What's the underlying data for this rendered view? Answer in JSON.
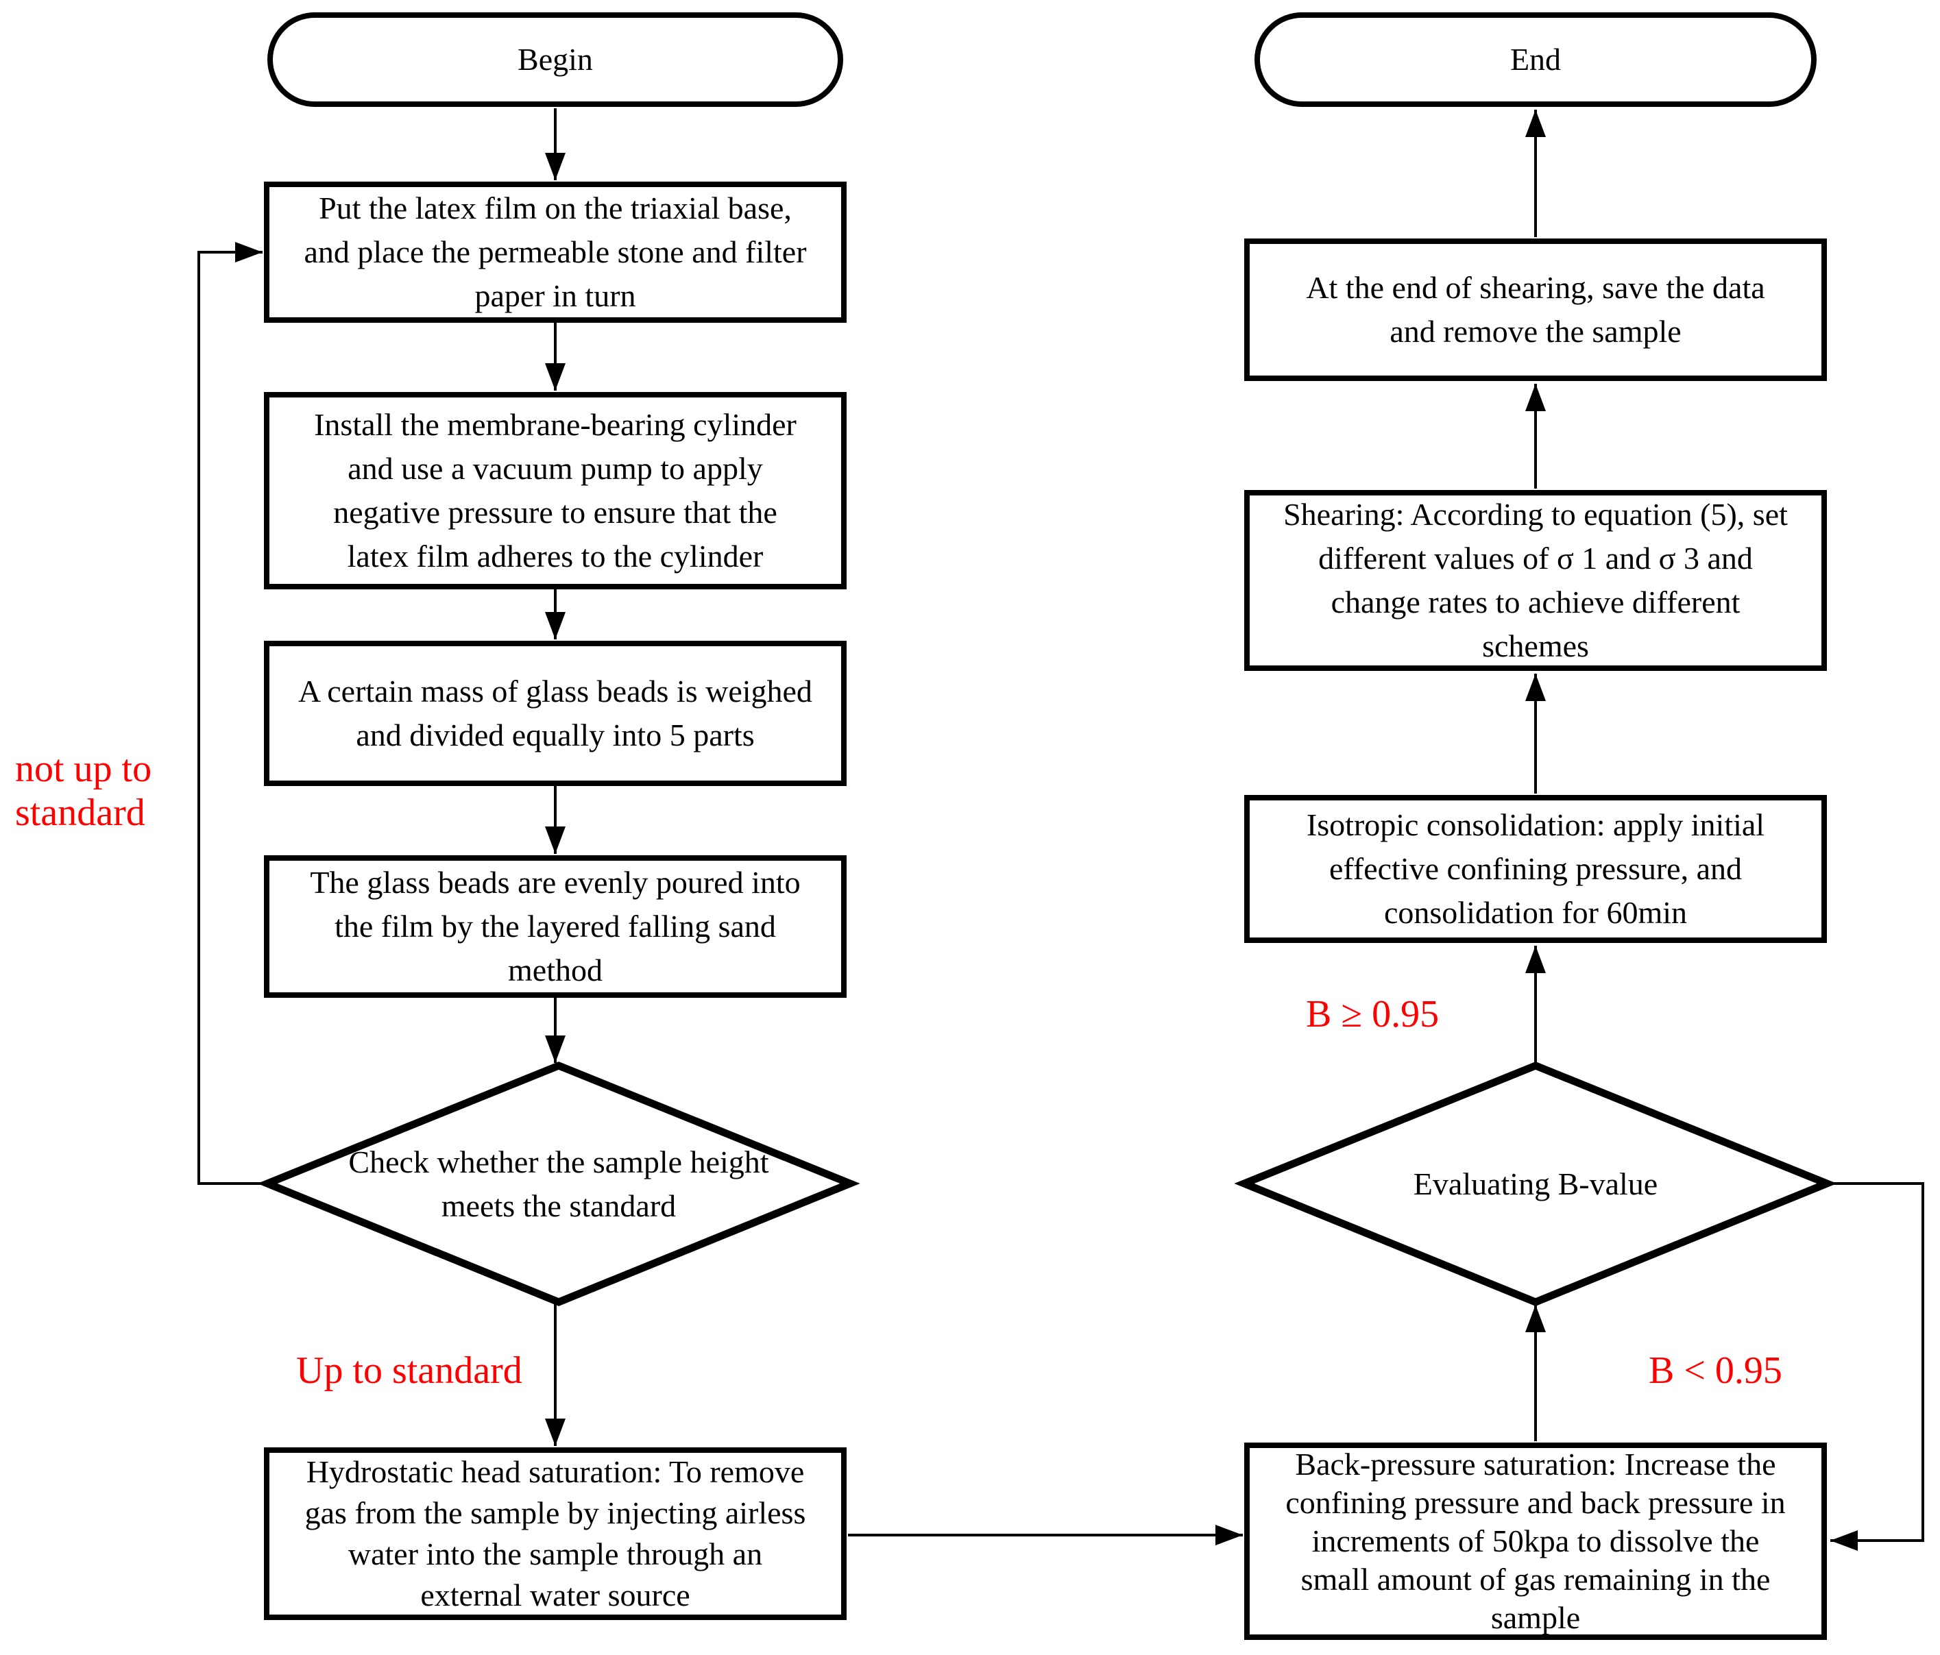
{
  "title": "Triaxial test procedure flowchart",
  "colors": {
    "stroke": "#000000",
    "node_fill": "#ffffff",
    "label_accent": "#ff0000"
  },
  "nodes": {
    "begin": {
      "type": "terminator",
      "lines": [
        "Begin"
      ]
    },
    "latex": {
      "type": "process",
      "lines": [
        "Put the latex film on the triaxial base,",
        "and place the permeable stone and filter",
        "paper in turn"
      ]
    },
    "install": {
      "type": "process",
      "lines": [
        "Install the membrane-bearing cylinder",
        "and use a vacuum pump to apply",
        "negative pressure to ensure that the",
        "latex film adheres to the cylinder"
      ]
    },
    "weigh": {
      "type": "process",
      "lines": [
        "A certain mass of glass beads is weighed",
        "and divided equally into 5 parts"
      ]
    },
    "pour": {
      "type": "process",
      "lines": [
        "The glass beads are evenly poured into",
        "the film by the layered falling sand",
        "method"
      ]
    },
    "check_height": {
      "type": "decision",
      "lines": [
        "Check whether the sample height",
        "meets the standard"
      ]
    },
    "hydrostatic": {
      "type": "process",
      "lines": [
        "Hydrostatic head saturation: To remove",
        "gas from the sample by injecting airless",
        "water into the sample through an",
        "external water source"
      ]
    },
    "back_pressure": {
      "type": "process",
      "lines": [
        "Back-pressure saturation: Increase the",
        "confining pressure and back pressure in",
        "increments of 50kpa to dissolve the",
        "small amount of gas remaining in the",
        "sample"
      ]
    },
    "evaluate_b": {
      "type": "decision",
      "lines": [
        "Evaluating B-value"
      ]
    },
    "isotropic": {
      "type": "process",
      "lines": [
        "Isotropic consolidation: apply initial",
        "effective confining pressure, and",
        "consolidation for 60min"
      ]
    },
    "shearing": {
      "type": "process",
      "lines": [
        "Shearing: According to equation (5), set",
        "different values of σ 1 and σ 3 and",
        "change rates to achieve different",
        "schemes"
      ]
    },
    "save_data": {
      "type": "process",
      "lines": [
        "At the end of shearing, save the data",
        "and remove the sample"
      ]
    },
    "end": {
      "type": "terminator",
      "lines": [
        "End"
      ]
    }
  },
  "labels": {
    "not_up": {
      "lines": [
        "not up to",
        "standard"
      ]
    },
    "up": {
      "text": "Up to standard"
    },
    "b_ge": {
      "text": "B ≥ 0.95"
    },
    "b_lt": {
      "text": "B < 0.95"
    }
  }
}
